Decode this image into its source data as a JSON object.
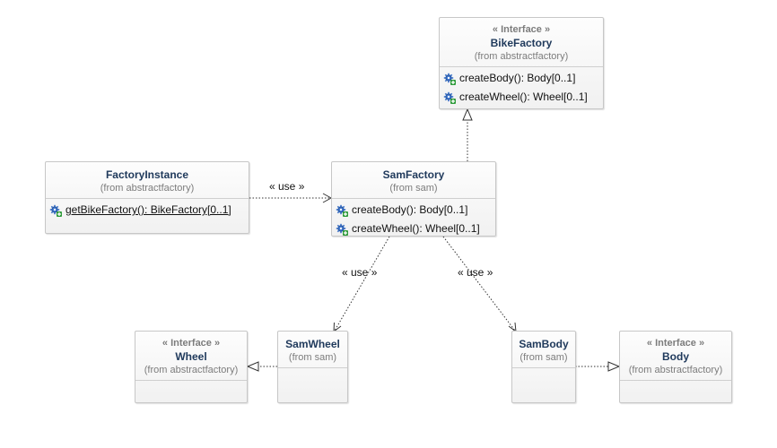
{
  "diagram": {
    "classes": {
      "bike_factory": {
        "stereotype": "« Interface »",
        "name": "BikeFactory",
        "package": "(from abstractfactory)",
        "operations": [
          "createBody(): Body[0..1]",
          "createWheel(): Wheel[0..1]"
        ]
      },
      "factory_instance": {
        "name": "FactoryInstance",
        "package": "(from abstractfactory)",
        "operations": [
          "getBikeFactory(): BikeFactory[0..1]"
        ]
      },
      "sam_factory": {
        "name": "SamFactory",
        "package": "(from sam)",
        "operations": [
          "createBody(): Body[0..1]",
          "createWheel(): Wheel[0..1]"
        ]
      },
      "wheel": {
        "stereotype": "« Interface »",
        "name": "Wheel",
        "package": "(from abstractfactory)"
      },
      "sam_wheel": {
        "name": "SamWheel",
        "package": "(from sam)"
      },
      "sam_body": {
        "name": "SamBody",
        "package": "(from sam)"
      },
      "body": {
        "stereotype": "« Interface »",
        "name": "Body",
        "package": "(from abstractfactory)"
      }
    },
    "relationships": {
      "use_label": "« use »"
    },
    "colors": {
      "class_name": "#203a5c",
      "secondary_text": "#7c7c7c",
      "border": "#c7c7c7",
      "operation_icon": "#3b72c9",
      "operation_icon_plus": "#2e9b3a"
    }
  }
}
